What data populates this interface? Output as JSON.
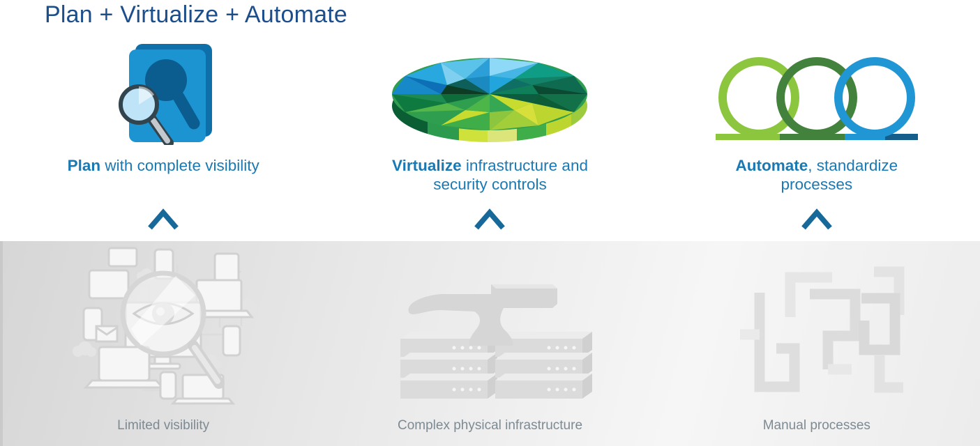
{
  "slide_title": "Plan + Virtualize + Automate",
  "columns": [
    {
      "key": "plan",
      "label_bold": "Plan",
      "label_rest": " with complete visibility",
      "caption": "Limited visibility",
      "top_icon": "plan-book-magnifier-icon",
      "bottom_icon": "limited-visibility-devices-illustration"
    },
    {
      "key": "virtualize",
      "label_bold": "Virtualize",
      "label_rest": " infrastructure and security controls",
      "caption": "Complex physical infrastructure",
      "top_icon": "virtualize-mosaic-disc-icon",
      "bottom_icon": "servers-anvil-illustration"
    },
    {
      "key": "automate",
      "label_bold": "Automate",
      "label_rest": ", standardize processes",
      "caption": "Manual processes",
      "top_icon": "automate-loops-icon",
      "bottom_icon": "manual-processes-maze-illustration"
    }
  ],
  "colors": {
    "title_blue": "#1b4e8a",
    "label_blue": "#1a79b2",
    "chevron_blue": "#17699a",
    "caption_gray": "#7e8a92",
    "book_blue": "#1d94d2",
    "book_shadow_blue": "#0e6fa9",
    "ring_light_green": "#8cc63e",
    "ring_dark_green": "#43823c",
    "ring_blue": "#2196d4",
    "baseline_dark_blue": "#155e8c",
    "band_gray": "#d8d8d8"
  }
}
